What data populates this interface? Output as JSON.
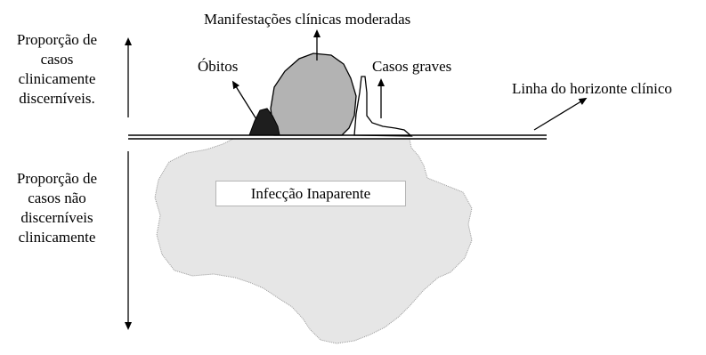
{
  "diagram": {
    "labels": {
      "proporcao_discerniveis": [
        "Proporção de",
        "casos",
        "clinicamente",
        "discerníveis."
      ],
      "proporcao_nao_discerniveis": [
        "Proporção de",
        "casos não",
        "discerníveis",
        "clinicamente"
      ],
      "manifestacoes_moderadas": "Manifestações clínicas moderadas",
      "obitos": "Óbitos",
      "casos_graves": "Casos graves",
      "linha_horizonte": "Linha do horizonte clínico",
      "infeccao_inaparente": "Infecção Inaparente"
    },
    "colors": {
      "submerged_fill": "#e6e6e6",
      "moderate_fill": "#b3b3b3",
      "death_fill": "#1e1e1e",
      "line": "#000000"
    }
  }
}
